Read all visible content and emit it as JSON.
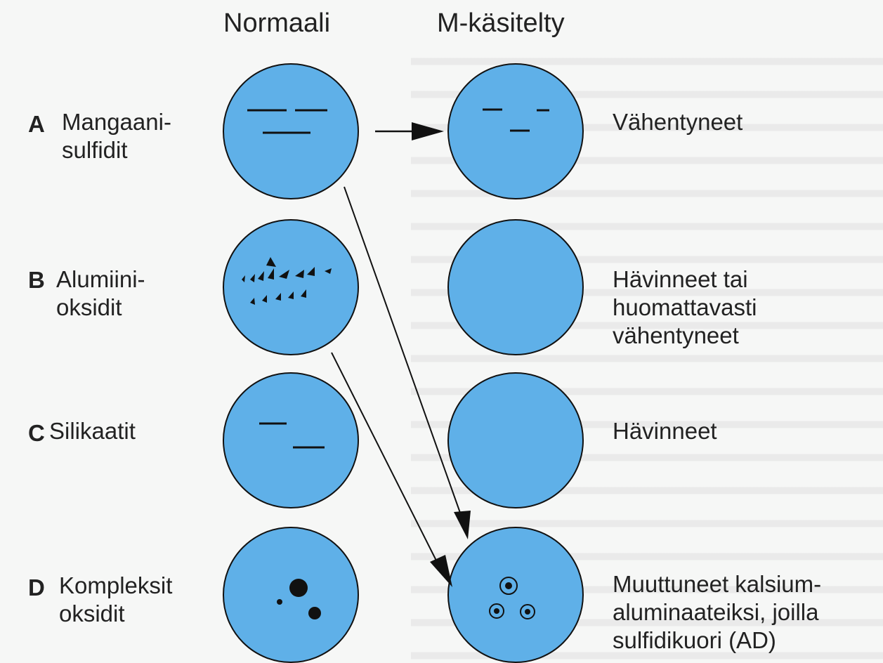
{
  "columns": {
    "normal": "Normaali",
    "treated": "M-käsitelty"
  },
  "rows": [
    {
      "letter": "A",
      "label_lines": [
        "Mangaani-",
        "sulfidit"
      ],
      "result_lines": [
        "Vähentyneet"
      ]
    },
    {
      "letter": "B",
      "label_lines": [
        "Alumiini-",
        "oksidit"
      ],
      "result_lines": [
        "Hävinneet tai",
        "huomattavasti",
        "vähentyneet"
      ]
    },
    {
      "letter": "C",
      "label_lines": [
        "Silikaatit"
      ],
      "result_lines": [
        "Hävinneet"
      ]
    },
    {
      "letter": "D",
      "label_lines": [
        "Kompleksit",
        "oksidit"
      ],
      "result_lines": [
        "Muuttuneet kalsium-",
        "aluminaateiksi, joilla",
        "sulfidikuori (AD)"
      ]
    }
  ],
  "colors": {
    "circle_fill": "#5fb0e8",
    "stroke": "#111111"
  }
}
